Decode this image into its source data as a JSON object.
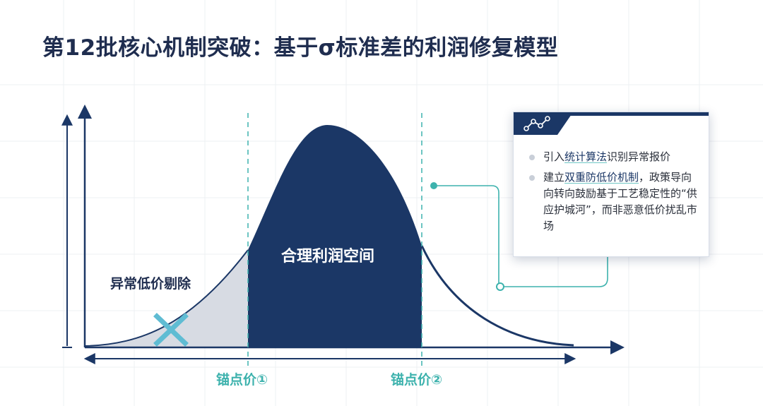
{
  "title": "第12批核心机制突破：基于σ标准差的利润修复模型",
  "labels": {
    "reject_region": "异常低价剔除",
    "central_region": "合理利润空间",
    "anchor_1": "锚点价①",
    "anchor_2": "锚点价②"
  },
  "callout": {
    "icon": "network-nodes-icon",
    "items": [
      {
        "pre": "引入",
        "highlight": "统计算法",
        "post": "识别异常报价"
      },
      {
        "pre": "建立",
        "highlight": "双重防低价机制",
        "post": "，政策导向向转向鼓励基于工艺稳定性的“供应护城河”，而非恶意低价扰乱市场"
      }
    ]
  },
  "colors": {
    "navy": "#1b3766",
    "teal": "#3db2ad",
    "gray_fill": "#d7dbe3",
    "x_mark": "#5fbcd3"
  }
}
